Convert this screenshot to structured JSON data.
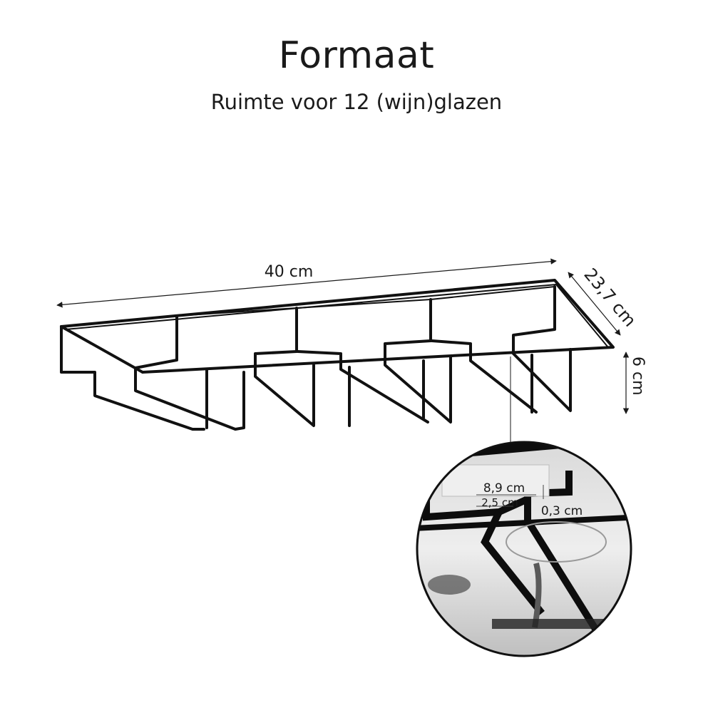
{
  "header": {
    "title": "Formaat",
    "subtitle": "Ruimte voor 12 (wijn)glazen"
  },
  "dimensions": {
    "length": "40 cm",
    "depth": "23,7 cm",
    "height": "6 cm"
  },
  "detail": {
    "slot_width": "8,9 cm",
    "inner_width": "2,5 cm",
    "wire_thickness": "0,3 cm"
  },
  "colors": {
    "wire": "#111111",
    "text": "#1a1a1a",
    "background": "#ffffff"
  }
}
